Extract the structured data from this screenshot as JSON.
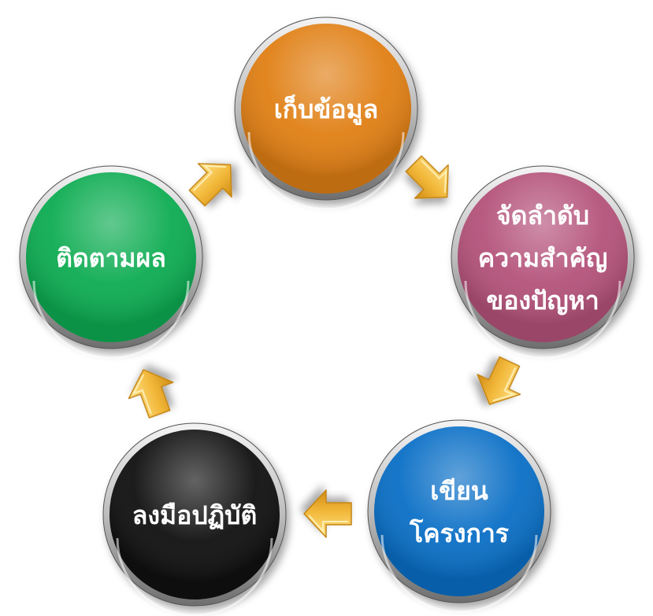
{
  "diagram": {
    "type": "cycle",
    "nodes": [
      {
        "id": "collect",
        "lines": [
          "เก็บข้อมูล"
        ],
        "color": "#e07f14"
      },
      {
        "id": "prioritize",
        "lines": [
          "จัดลำดับ",
          "ความสำคัญ",
          "ของปัญหา"
        ],
        "color": "#b4527a"
      },
      {
        "id": "write-project",
        "lines": [
          "เขียน",
          "โครงการ"
        ],
        "color": "#0a6fc6"
      },
      {
        "id": "implement",
        "lines": [
          "ลงมือปฏิบัติ"
        ],
        "color": "#101010"
      },
      {
        "id": "follow-up",
        "lines": [
          "ติดตามผล"
        ],
        "color": "#0dac52"
      }
    ],
    "edges": [
      {
        "from": "collect",
        "to": "prioritize"
      },
      {
        "from": "prioritize",
        "to": "write-project"
      },
      {
        "from": "write-project",
        "to": "implement"
      },
      {
        "from": "implement",
        "to": "follow-up"
      },
      {
        "from": "follow-up",
        "to": "collect"
      }
    ],
    "arrow_color": "#f2b83a"
  }
}
